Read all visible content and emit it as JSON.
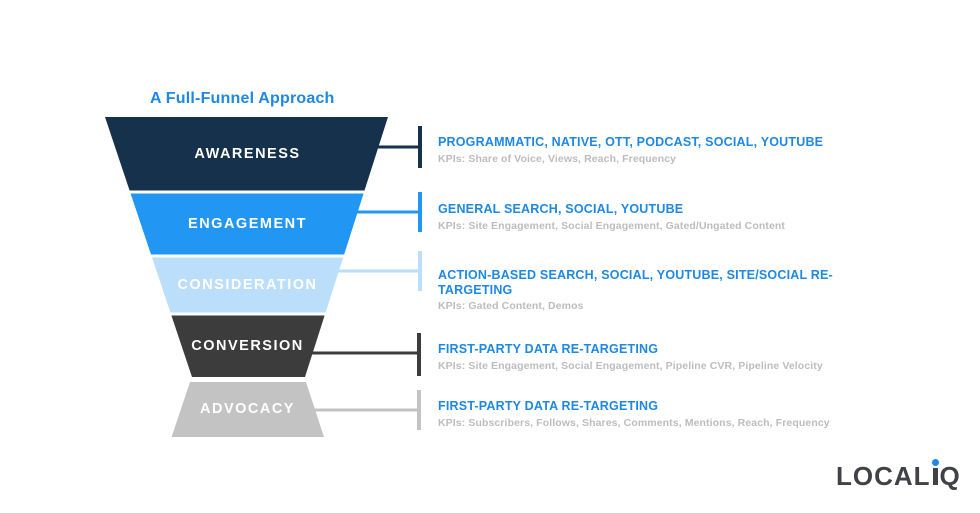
{
  "title": "A Full-Funnel Approach",
  "colors": {
    "title": "#1E88E5",
    "channel_heading": "#1E88E5",
    "kpi_text": "#BDBDBD",
    "logo_text": "#404247",
    "logo_dot": "#1E88E5",
    "background": "#FFFFFF"
  },
  "funnel": {
    "stages": [
      {
        "label": "AWARENESS",
        "color": "#15314B",
        "channels": "PROGRAMMATIC, NATIVE, OTT, PODCAST, SOCIAL, YOUTUBE",
        "kpis": "KPIs: Share of Voice, Views, Reach, Frequency"
      },
      {
        "label": "ENGAGEMENT",
        "color": "#2196F3",
        "channels": "GENERAL SEARCH, SOCIAL, YOUTUBE",
        "kpis": "KPIs: Site Engagement, Social Engagement, Gated/Ungated Content"
      },
      {
        "label": "CONSIDERATION",
        "color": "#BBDEFB",
        "channels": "ACTION-BASED SEARCH, SOCIAL, YOUTUBE, SITE/SOCIAL RE-TARGETING",
        "kpis": "KPIs: Gated Content, Demos"
      },
      {
        "label": "CONVERSION",
        "color": "#3C3C3C",
        "channels": "FIRST-PARTY DATA RE-TARGETING",
        "kpis": "KPIs: Site Engagement, Social Engagement, Pipeline CVR, Pipeline Velocity"
      },
      {
        "label": "ADVOCACY",
        "color": "#C3C3C3",
        "channels": "FIRST-PARTY DATA RE-TARGETING",
        "kpis": "KPIs: Subscribers, Follows, Shares, Comments, Mentions, Reach, Frequency"
      }
    ]
  },
  "logo": {
    "full_text": "LOCALiQ",
    "pre": "LOCAL",
    "post": "Q"
  }
}
